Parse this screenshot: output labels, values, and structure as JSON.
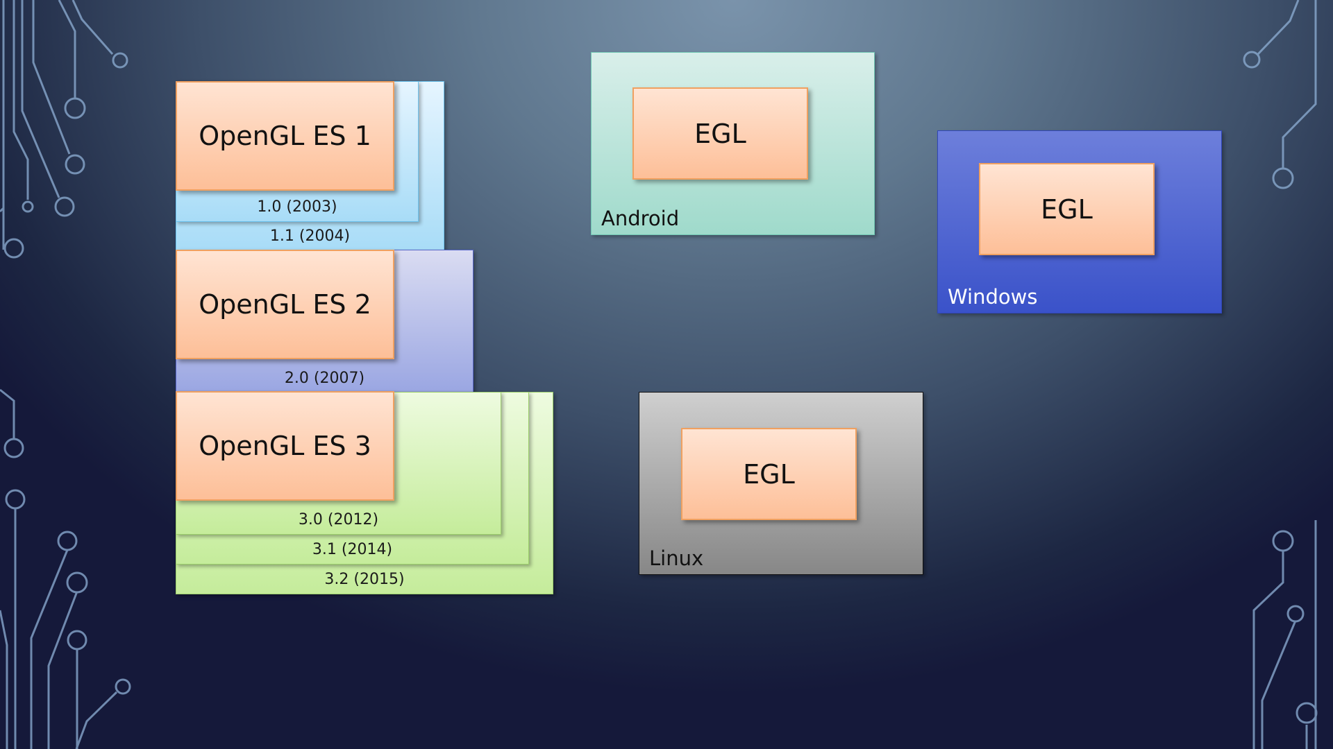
{
  "opengl_es": [
    {
      "title": "OpenGL ES 1",
      "versions": [
        "1.0 (2003)",
        "1.1 (2004)"
      ]
    },
    {
      "title": "OpenGL ES 2",
      "versions": [
        "2.0 (2007)"
      ]
    },
    {
      "title": "OpenGL ES 3",
      "versions": [
        "3.0 (2012)",
        "3.1 (2014)",
        "3.2 (2015)"
      ]
    }
  ],
  "platforms": [
    {
      "name": "Android",
      "api": "EGL"
    },
    {
      "name": "Windows",
      "api": "EGL"
    },
    {
      "name": "Linux",
      "api": "EGL"
    }
  ],
  "colors": {
    "opengl_box": "#fdbf98",
    "es1_layer": "#a8dcf7",
    "es2_layer": "#9aa6e2",
    "es3_layer": "#c5ec9b",
    "android": "#9fdacb",
    "windows": "#3f58cc",
    "linux": "#8c8c8c"
  }
}
